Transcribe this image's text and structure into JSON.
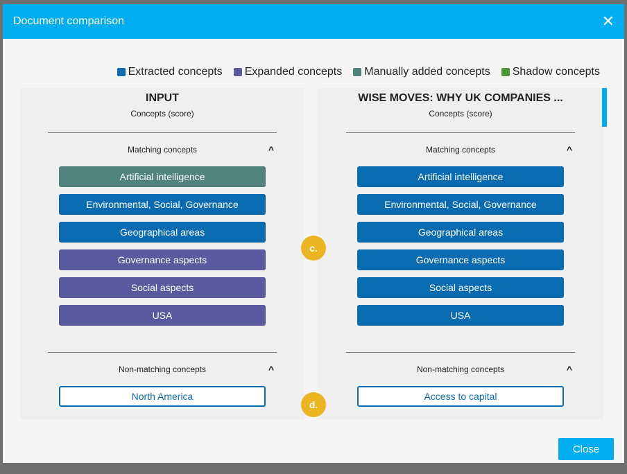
{
  "modal": {
    "title": "Document comparison",
    "close_label": "Close"
  },
  "legend": [
    {
      "label": "Extracted concepts",
      "color": "#0a6bb0"
    },
    {
      "label": "Expanded concepts",
      "color": "#5b5a9e"
    },
    {
      "label": "Manually added concepts",
      "color": "#4f837c"
    },
    {
      "label": "Shadow concepts",
      "color": "#4a9a33"
    }
  ],
  "left": {
    "title": "INPUT",
    "subtitle": "Concepts (score)",
    "matching_label": "Matching concepts",
    "nonmatching_label": "Non-matching concepts",
    "matching": [
      {
        "label": "Artificial intelligence",
        "color": "#4f837c"
      },
      {
        "label": "Environmental, Social, Governance",
        "color": "#0a6bb0"
      },
      {
        "label": "Geographical areas",
        "color": "#0a6bb0"
      },
      {
        "label": "Governance aspects",
        "color": "#5b5a9e"
      },
      {
        "label": "Social aspects",
        "color": "#5b5a9e"
      },
      {
        "label": "USA",
        "color": "#5b5a9e"
      }
    ],
    "nonmatching": [
      {
        "label": "North America"
      }
    ]
  },
  "right": {
    "title": "WISE MOVES: WHY UK COMPANIES ...",
    "subtitle": "Concepts (score)",
    "matching_label": "Matching concepts",
    "nonmatching_label": "Non-matching concepts",
    "matching": [
      {
        "label": "Artificial intelligence",
        "color": "#0a6bb0"
      },
      {
        "label": "Environmental, Social, Governance",
        "color": "#0a6bb0"
      },
      {
        "label": "Geographical areas",
        "color": "#0a6bb0"
      },
      {
        "label": "Governance aspects",
        "color": "#0a6bb0"
      },
      {
        "label": "Social aspects",
        "color": "#0a6bb0"
      },
      {
        "label": "USA",
        "color": "#0a6bb0"
      }
    ],
    "nonmatching": [
      {
        "label": "Access to capital"
      }
    ]
  },
  "badges": {
    "c": "c.",
    "d": "d."
  }
}
